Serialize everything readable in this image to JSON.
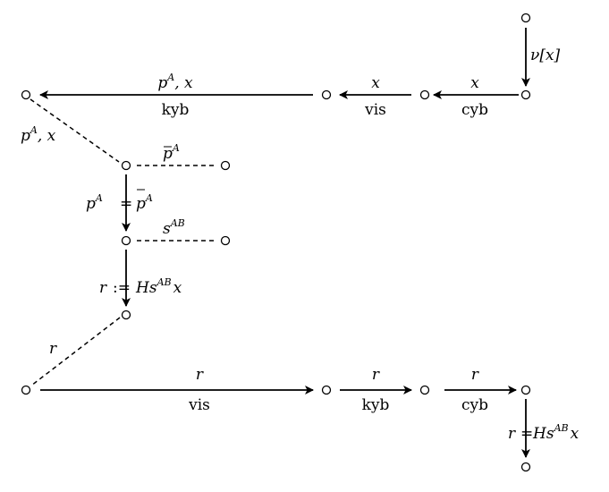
{
  "diagram": {
    "edges_top": {
      "nu_arrow": {
        "label_text": "ν[x]"
      },
      "cyb_top": {
        "above": "x",
        "below": "cyb"
      },
      "vis_top": {
        "above": "x",
        "below": "vis"
      },
      "kyb_top": {
        "above_main": "p",
        "above_sup": "A",
        "above_tail": ", x",
        "below": "kyb"
      }
    },
    "dashed": {
      "left_px": {
        "main": "p",
        "sup": "A",
        "tail": ", x"
      },
      "pbar": {
        "main": "p",
        "sup": "A"
      },
      "sab": {
        "main": "s",
        "sup": "AB"
      },
      "r_diag": {
        "text": "r"
      }
    },
    "vertical": {
      "p_eq": {
        "lhs_main": "p",
        "lhs_sup": "A",
        "op": "=",
        "rhs_main": "p",
        "rhs_sup": "A"
      },
      "r_assign": {
        "lhs": "r",
        "op": ":=",
        "rhs_main": "Hs",
        "rhs_sup": "AB",
        "rhs_tail": "x"
      },
      "r_eq": {
        "lhs": "r",
        "op": "=",
        "rhs_main": "Hs",
        "rhs_sup": "AB",
        "rhs_tail": "x"
      }
    },
    "edges_bottom": {
      "vis_bot": {
        "above": "r",
        "below": "vis"
      },
      "kyb_bot": {
        "above": "r",
        "below": "kyb"
      },
      "cyb_bot": {
        "above": "r",
        "below": "cyb"
      }
    }
  }
}
